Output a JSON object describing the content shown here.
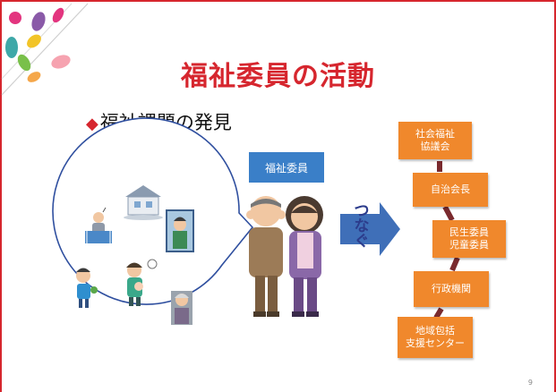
{
  "slide": {
    "title": "福祉委員の活動",
    "subtitle_marker": "◆",
    "subtitle": "福祉課題の発見",
    "role_label": "福祉委員",
    "arrow_label": "つなぐ",
    "organizations": [
      {
        "label": "社会福祉\n協議会"
      },
      {
        "label": "自治会長"
      },
      {
        "label": "民生委員\n児童委員"
      },
      {
        "label": "行政機関"
      },
      {
        "label": "地域包括\n支援センター"
      }
    ],
    "page_number": "9"
  },
  "colors": {
    "title": "#d6262e",
    "frame": "#d6262e",
    "org_box": "#f0882c",
    "org_connector": "#7a2a2e",
    "role_box": "#3a7fc8",
    "arrow": "#3f6fb8",
    "bubble_stroke": "#2f4f9f"
  },
  "icons": {
    "corner": "flower-petal-icon",
    "worried_elder": "worried-elderly-man-icon",
    "house": "house-icon",
    "sad_man": "sad-man-at-window-icon",
    "child": "child-icon",
    "parent": "parent-with-baby-icon",
    "lonely_elder": "lonely-elderly-woman-icon"
  }
}
